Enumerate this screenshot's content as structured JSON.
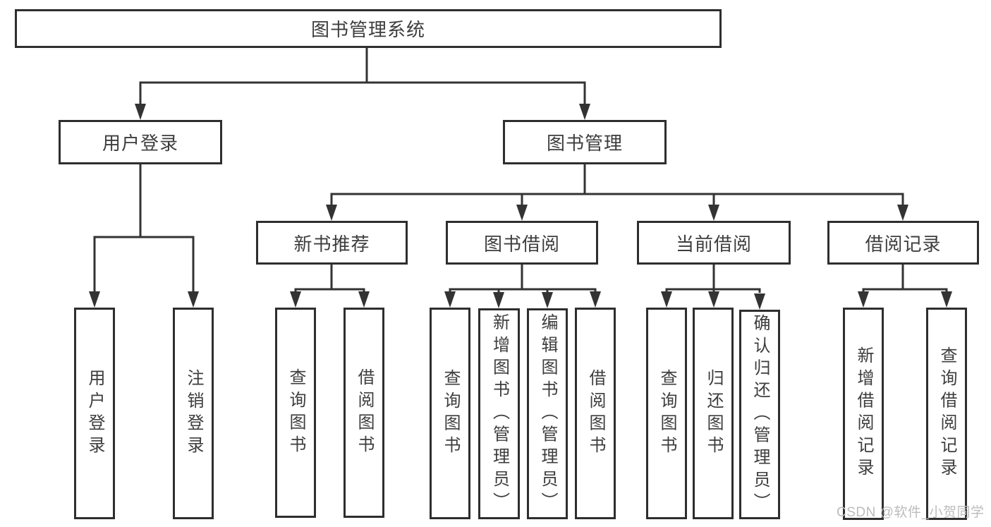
{
  "tree": {
    "label": "图书管理系统",
    "children": [
      {
        "label": "用户登录",
        "children": [
          {
            "label": "用户登录"
          },
          {
            "label": "注销登录"
          }
        ]
      },
      {
        "label": "图书管理",
        "children": [
          {
            "label": "新书推荐",
            "children": [
              {
                "label": "查询图书"
              },
              {
                "label": "借阅图书"
              }
            ]
          },
          {
            "label": "图书借阅",
            "children": [
              {
                "label": "查询图书"
              },
              {
                "label": "新增图书（管理员）"
              },
              {
                "label": "编辑图书（管理员）"
              },
              {
                "label": "借阅图书"
              }
            ]
          },
          {
            "label": "当前借阅",
            "children": [
              {
                "label": "查询图书"
              },
              {
                "label": "归还图书"
              },
              {
                "label": "确认归还（管理员）"
              }
            ]
          },
          {
            "label": "借阅记录",
            "children": [
              {
                "label": "新增借阅记录"
              },
              {
                "label": "查询借阅记录"
              }
            ]
          }
        ]
      }
    ]
  },
  "watermark": {
    "text": "CSDN @软件_小贺同学"
  },
  "colors": {
    "line": "#333333",
    "box_border": "#2e2e2e",
    "text": "#3d3d3d",
    "background": "#ffffff",
    "watermark": "#bcbcbc"
  }
}
